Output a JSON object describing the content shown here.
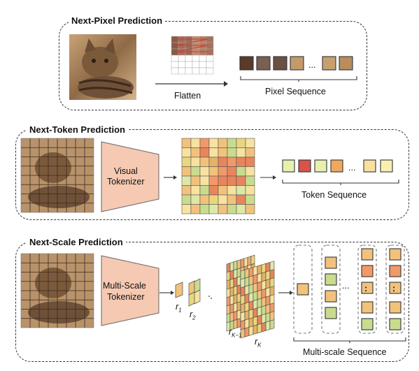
{
  "panels": [
    {
      "title": "Next-Pixel Prediction",
      "flatten_label": "Flatten",
      "sequence_label": "Pixel Sequence",
      "ellipsis": "..."
    },
    {
      "title": "Next-Token Prediction",
      "tokenizer_line1": "Visual",
      "tokenizer_line2": "Tokenizer",
      "sequence_label": "Token Sequence",
      "ellipsis": "..."
    },
    {
      "title": "Next-Scale Prediction",
      "tokenizer_line1": "Multi-Scale",
      "tokenizer_line2": "Tokenizer",
      "sequence_label": "Multi-scale Sequence",
      "ellipsis": "...",
      "col_dots": ":"
    }
  ],
  "scale_labels": {
    "r1": "r",
    "r1_sub": "1",
    "r2": "r",
    "r2_sub": "2",
    "rk1": "r",
    "rk1_sub": "K−1",
    "rk": "r",
    "rk_sub": "K"
  },
  "colors": {
    "pixel_seq": [
      "#5a3a28",
      "#7a5f52",
      "#6a4f45",
      "#c49a6c",
      "#c8a070",
      "#b98d5d"
    ],
    "token_seq": [
      "#e8f0b0",
      "#d9534a",
      "#e8f0b0",
      "#f0a860",
      "#f8e0a0",
      "#f8f0b0"
    ],
    "tokenizer_fill": "#f5c9b2",
    "grid_palette": [
      "#f2c27c",
      "#e9855c",
      "#f7e2a0",
      "#c9dc8e",
      "#ead67e",
      "#f09a6a",
      "#dde8a8",
      "#e3b368"
    ]
  }
}
